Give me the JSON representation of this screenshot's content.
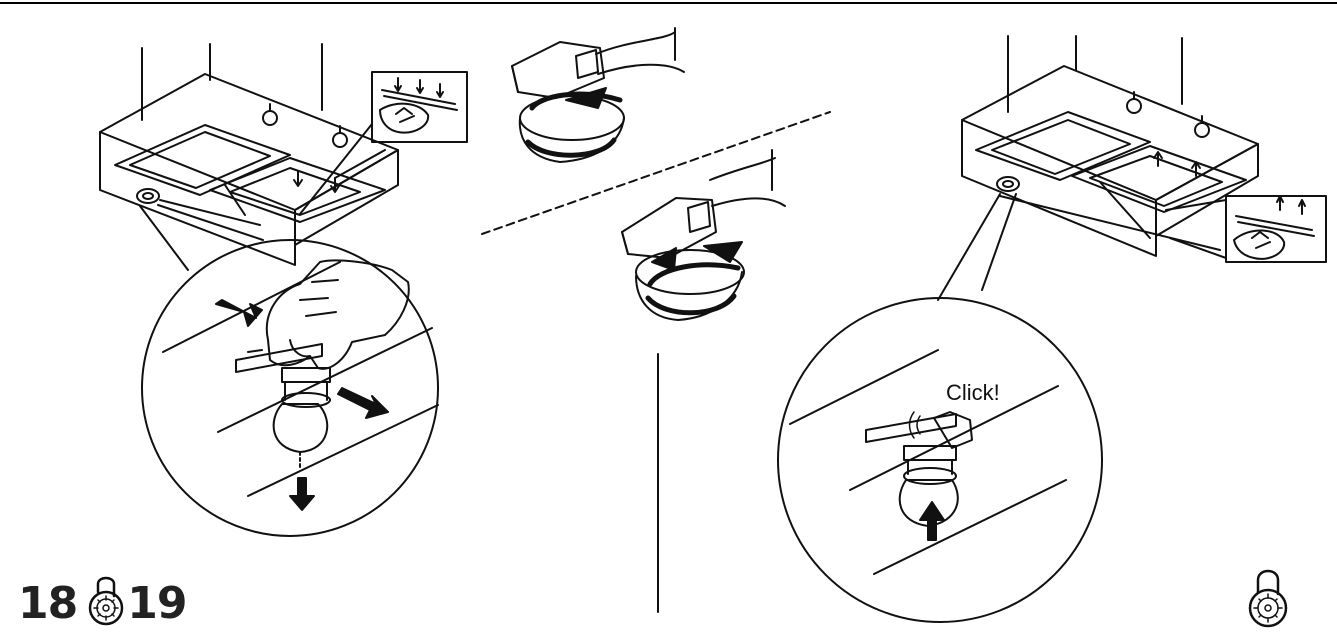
{
  "callout": {
    "click_text": "Click!"
  },
  "footer": {
    "page_left": "18",
    "page_right": "19"
  },
  "icons": [
    "hood-left-illustration",
    "bulb-rotate-remove-illustration",
    "bulb-rotate-install-illustration",
    "hood-right-illustration",
    "combination-lock-icon"
  ]
}
